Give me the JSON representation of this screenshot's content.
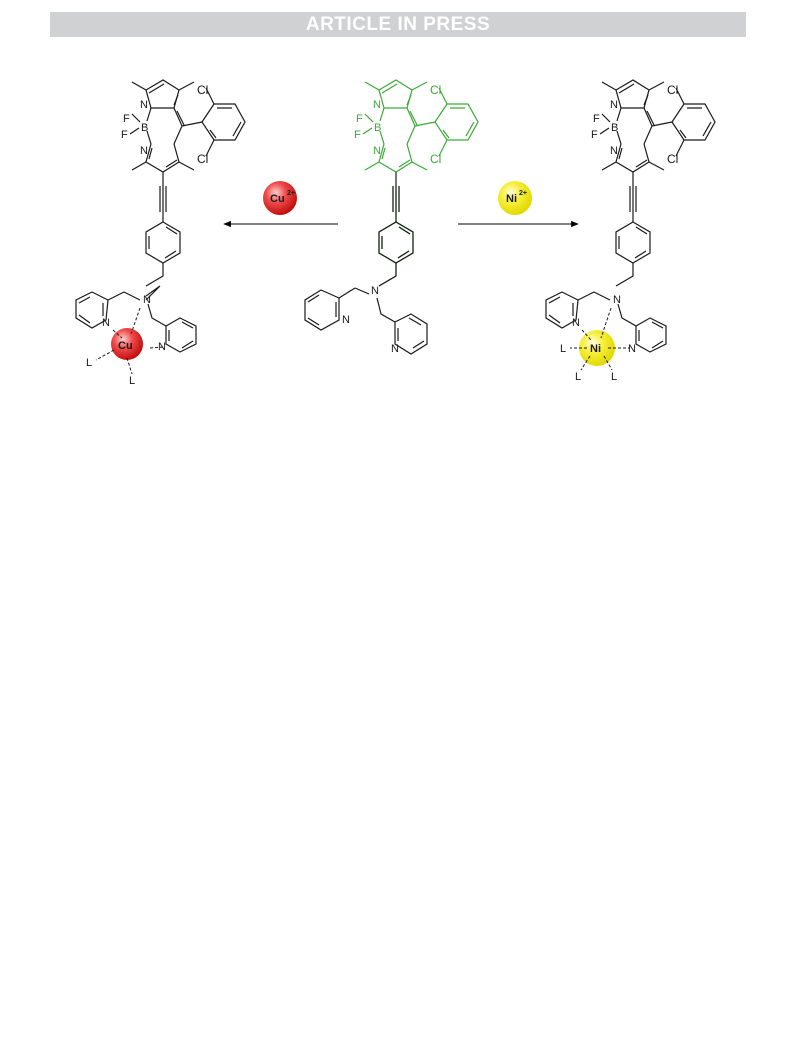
{
  "header": {
    "banner_text": "ARTICLE IN PRESS"
  },
  "scheme": {
    "labels": {
      "F": "F",
      "B": "B",
      "N": "N",
      "Cl": "Cl",
      "L": "L",
      "Cu": "Cu",
      "Ni": "Ni"
    },
    "reagents": {
      "cu": {
        "symbol": "Cu",
        "charge": "2+",
        "color": "#e8201f"
      },
      "ni": {
        "symbol": "Ni",
        "charge": "2+",
        "color": "#f2ec1c"
      }
    },
    "colors": {
      "ligand": "#3aaa35",
      "complex": "#1a1a1a",
      "cu_metal": "#e8201f",
      "ni_metal": "#f2ec1c"
    }
  }
}
